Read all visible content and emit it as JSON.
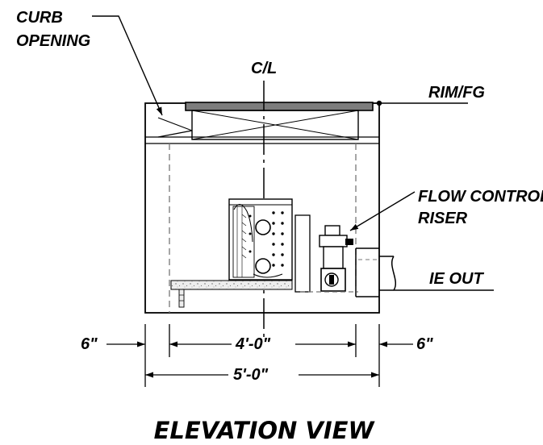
{
  "diagram": {
    "title": "ELEVATION VIEW",
    "labels": {
      "curb_line1": "CURB",
      "curb_line2": "OPENING",
      "centerline": "C/L",
      "rim": "RIM/FG",
      "flow_line1": "FLOW CONTROL",
      "flow_line2": "RISER",
      "ie_out": "IE OUT"
    },
    "dimensions": {
      "left_wall": "6\"",
      "inner_width": "4'-0\"",
      "right_wall": "6\"",
      "outer_width": "5'-0\""
    }
  }
}
